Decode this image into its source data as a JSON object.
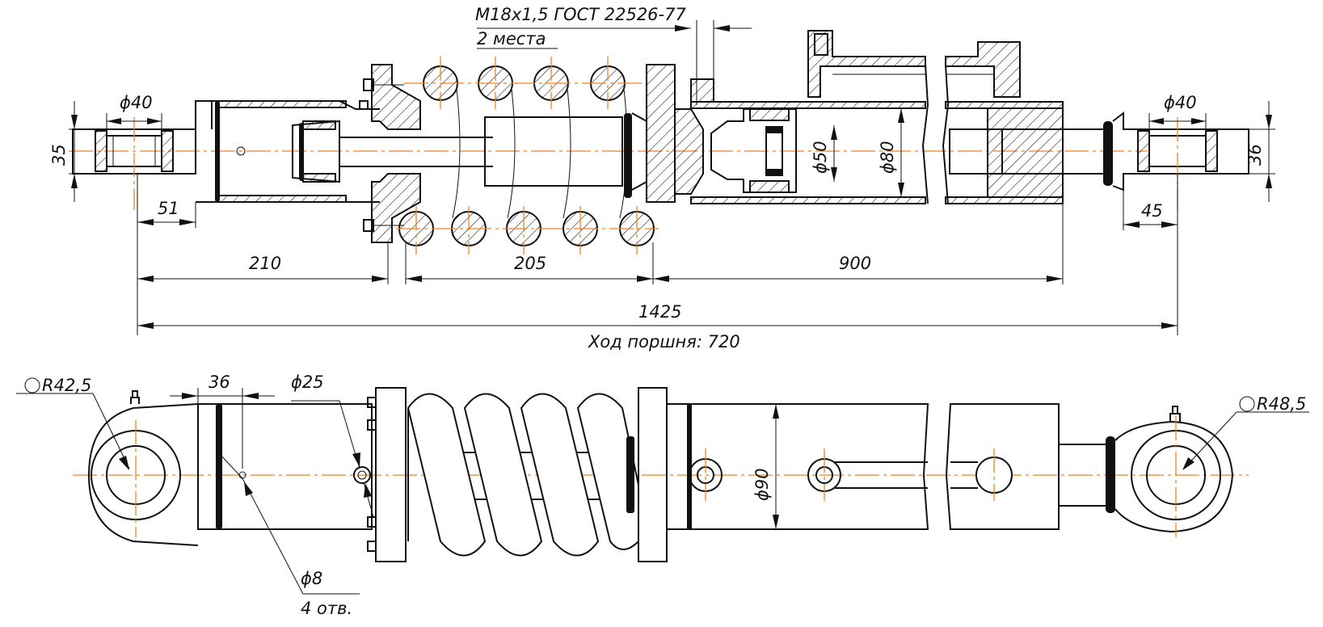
{
  "drawing": {
    "labels": {
      "thread": "M18x1,5 ГОСТ 22526-77",
      "thread_places": "2 места",
      "d_eye_left": "ϕ40",
      "d_eye_right": "ϕ40",
      "dim_35": "35",
      "dim_36_right": "36",
      "dim_51": "51",
      "dim_45": "45",
      "d_rod": "ϕ50",
      "d_bore": "ϕ80",
      "dim_210": "210",
      "dim_205": "205",
      "dim_900": "900",
      "dim_1425": "1425",
      "stroke": "Ход поршня: 720",
      "r_left": "R42,5",
      "r_right": "R48,5",
      "dim_36_bottom": "36",
      "d_25": "ϕ25",
      "d_90": "ϕ90",
      "d_8": "ϕ8",
      "holes": "4 отв."
    },
    "colors": {
      "lines": "#111111",
      "centerlines": "#f0821e",
      "background": "#ffffff"
    }
  }
}
